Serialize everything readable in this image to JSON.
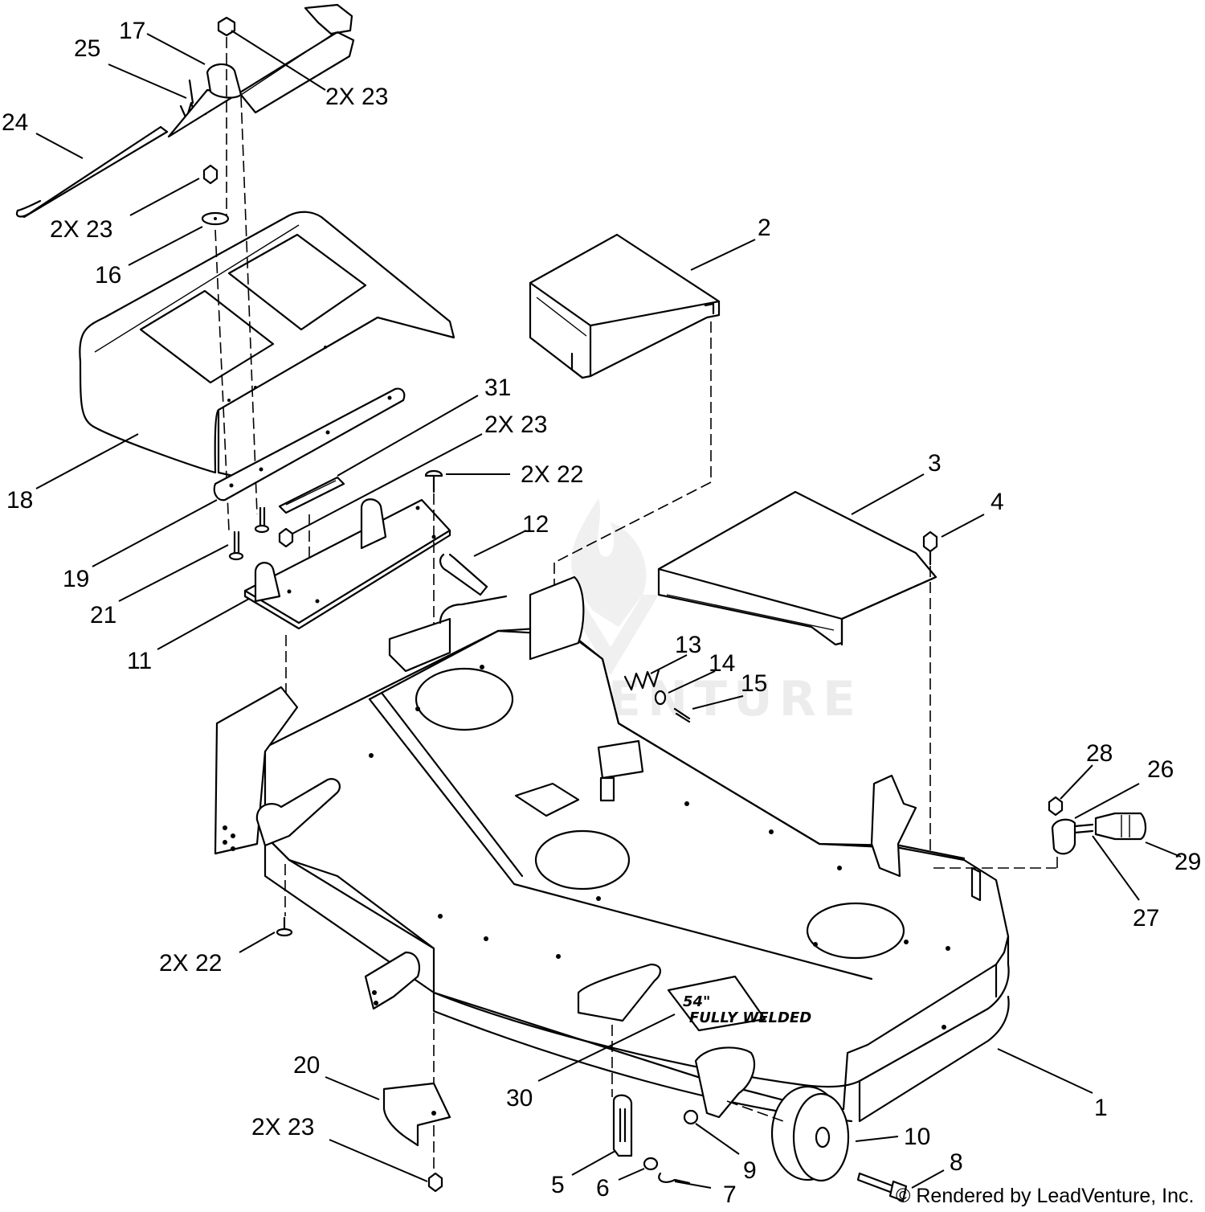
{
  "callouts": [
    {
      "id": "c17",
      "label": "17"
    },
    {
      "id": "c25",
      "label": "25"
    },
    {
      "id": "c24",
      "label": "24"
    },
    {
      "id": "c23a",
      "label": "2X  23"
    },
    {
      "id": "c23b",
      "label": "2X  23"
    },
    {
      "id": "c16",
      "label": "16"
    },
    {
      "id": "c18",
      "label": "18"
    },
    {
      "id": "c31",
      "label": "31"
    },
    {
      "id": "c23c",
      "label": "2X  23"
    },
    {
      "id": "c22a",
      "label": "2X  22"
    },
    {
      "id": "c19",
      "label": "19"
    },
    {
      "id": "c21",
      "label": "21"
    },
    {
      "id": "c12",
      "label": "12"
    },
    {
      "id": "c11",
      "label": "11"
    },
    {
      "id": "c2",
      "label": "2"
    },
    {
      "id": "c3",
      "label": "3"
    },
    {
      "id": "c4",
      "label": "4"
    },
    {
      "id": "c13",
      "label": "13"
    },
    {
      "id": "c14",
      "label": "14"
    },
    {
      "id": "c15",
      "label": "15"
    },
    {
      "id": "c28",
      "label": "28"
    },
    {
      "id": "c26",
      "label": "26"
    },
    {
      "id": "c29",
      "label": "29"
    },
    {
      "id": "c27",
      "label": "27"
    },
    {
      "id": "c22b",
      "label": "2X  22"
    },
    {
      "id": "c20",
      "label": "20"
    },
    {
      "id": "c23d",
      "label": "2X  23"
    },
    {
      "id": "c30",
      "label": "30"
    },
    {
      "id": "c1",
      "label": "1"
    },
    {
      "id": "c10",
      "label": "10"
    },
    {
      "id": "c9",
      "label": "9"
    },
    {
      "id": "c8",
      "label": "8"
    },
    {
      "id": "c5",
      "label": "5"
    },
    {
      "id": "c6",
      "label": "6"
    },
    {
      "id": "c7",
      "label": "7"
    }
  ],
  "watermark": "LEADVENTURE",
  "credit": "© Rendered by LeadVenture, Inc.",
  "decal": {
    "size": "54\"",
    "text": "FULLY WELDED"
  }
}
